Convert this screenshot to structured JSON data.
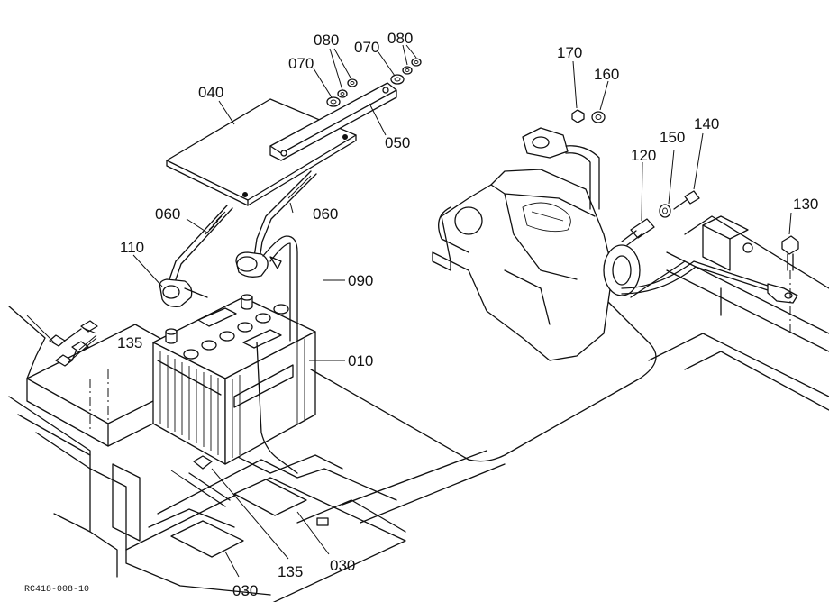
{
  "labels": [
    {
      "id": "080-a",
      "text": "080"
    },
    {
      "id": "070-a",
      "text": "070"
    },
    {
      "id": "070-b",
      "text": "070"
    },
    {
      "id": "080-b",
      "text": "080"
    },
    {
      "id": "040",
      "text": "040"
    },
    {
      "id": "050",
      "text": "050"
    },
    {
      "id": "060-a",
      "text": "060"
    },
    {
      "id": "060-b",
      "text": "060"
    },
    {
      "id": "110",
      "text": "110"
    },
    {
      "id": "090",
      "text": "090"
    },
    {
      "id": "135-a",
      "text": "135"
    },
    {
      "id": "010",
      "text": "010"
    },
    {
      "id": "135-b",
      "text": "135"
    },
    {
      "id": "030-a",
      "text": "030"
    },
    {
      "id": "030-b",
      "text": "030"
    },
    {
      "id": "170",
      "text": "170"
    },
    {
      "id": "160",
      "text": "160"
    },
    {
      "id": "150",
      "text": "150"
    },
    {
      "id": "140",
      "text": "140"
    },
    {
      "id": "120",
      "text": "120"
    },
    {
      "id": "130",
      "text": "130"
    }
  ],
  "reference_code": "RC418-008-10"
}
